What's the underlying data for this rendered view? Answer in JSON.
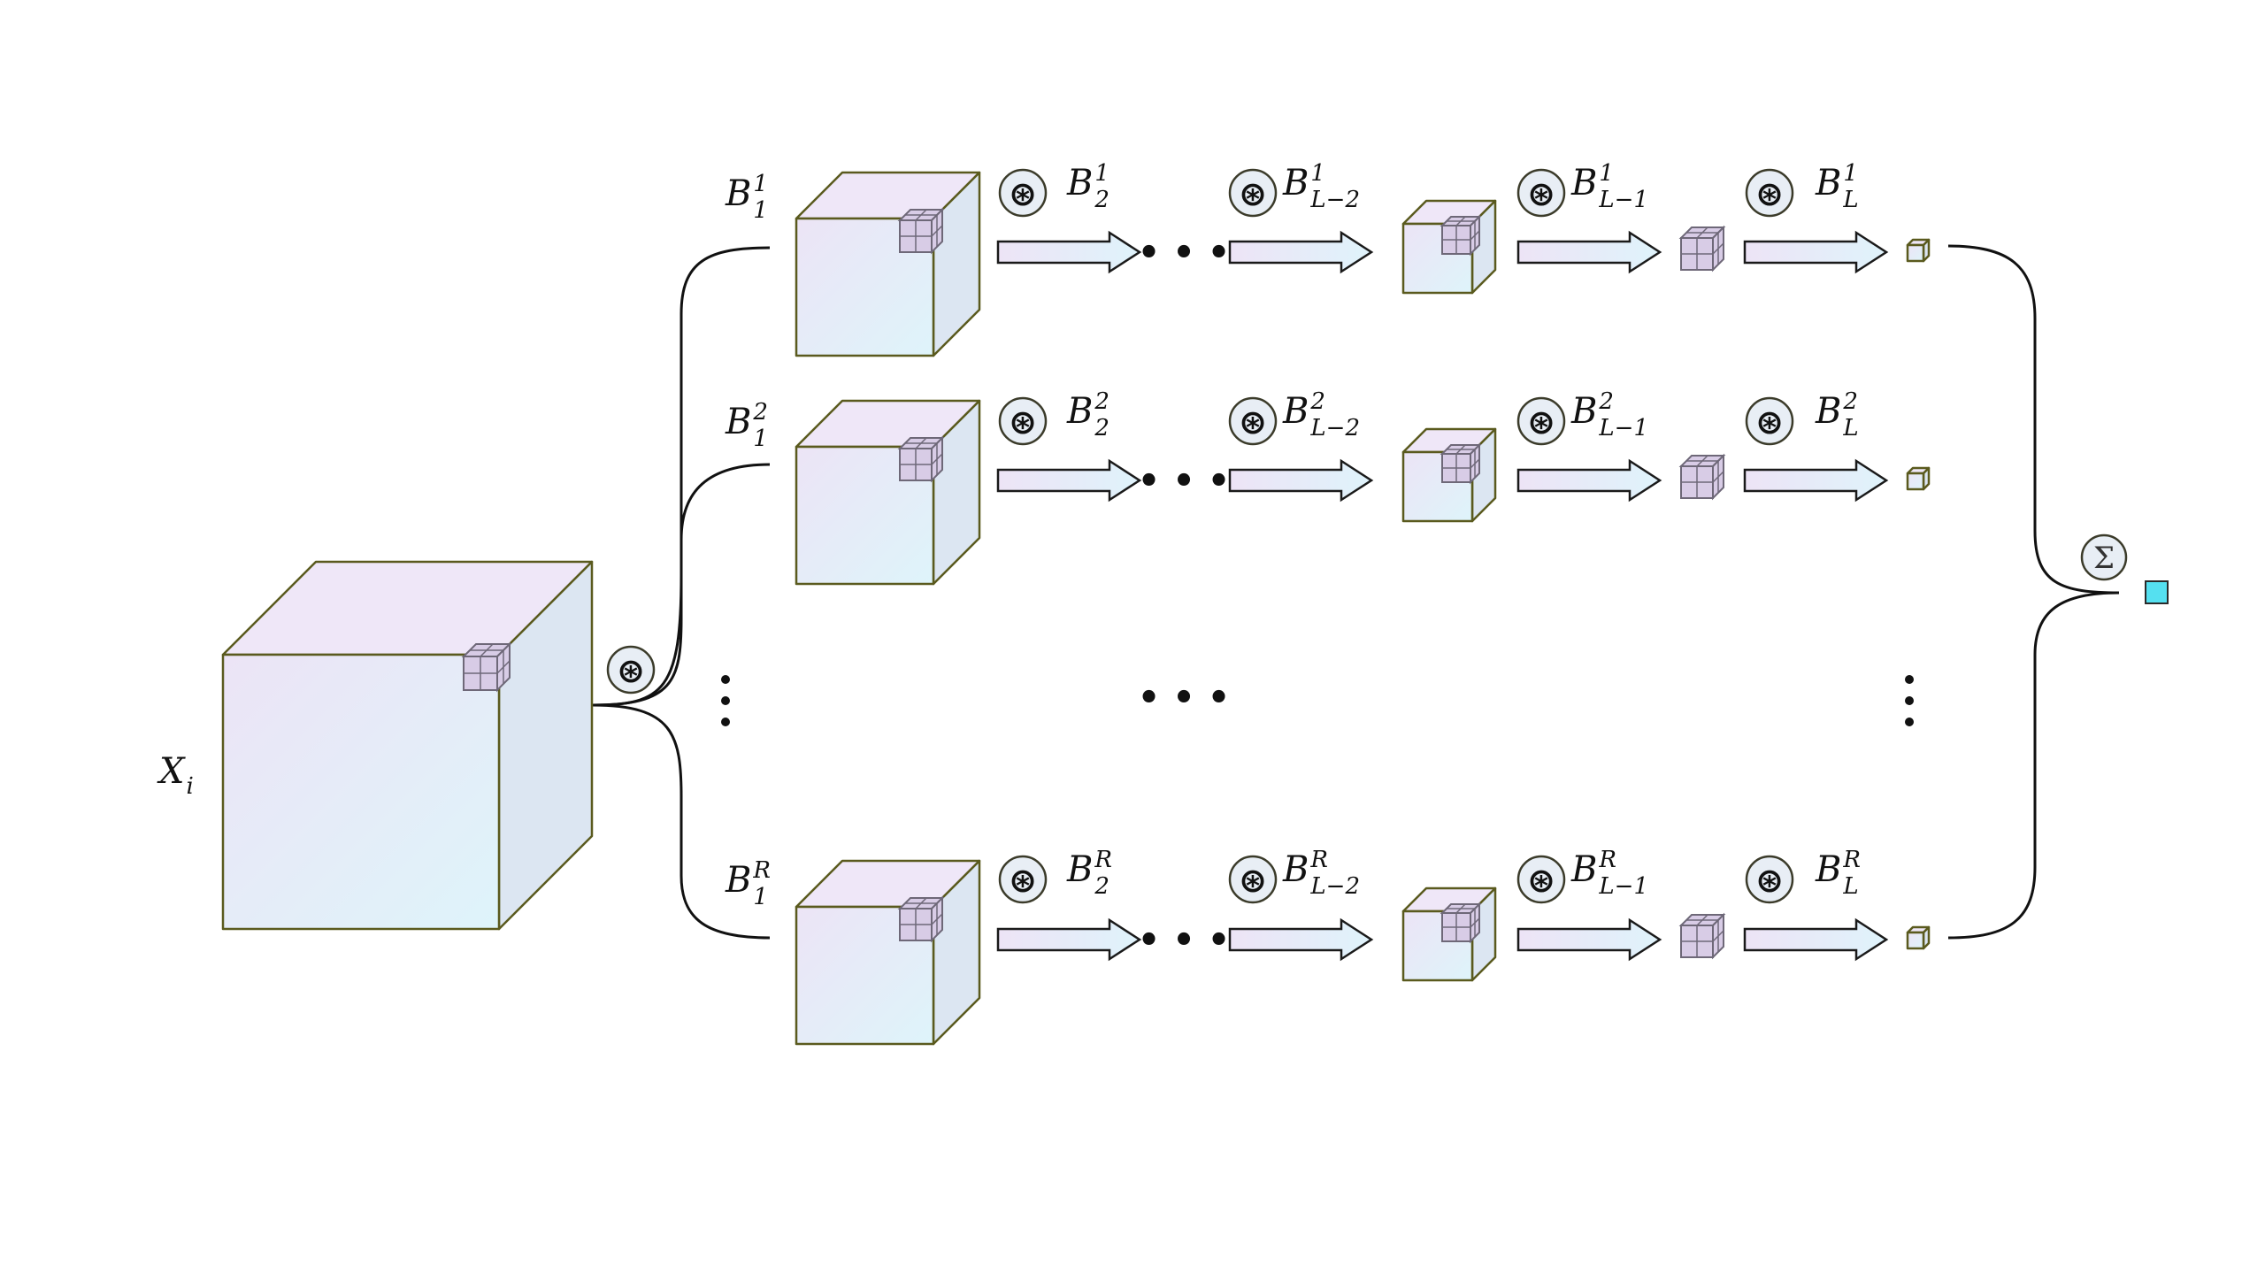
{
  "input": {
    "base": "X",
    "sub": "i"
  },
  "conv_symbol": "⊛",
  "sum_symbol": "Σ",
  "ellipsis": "• • •",
  "vdots": "⋮",
  "branches": [
    {
      "id": "r1",
      "labels": [
        {
          "base": "B",
          "sub": "1",
          "sup": "1"
        },
        {
          "base": "B",
          "sub": "2",
          "sup": "1"
        },
        {
          "base": "B",
          "sub": "L−2",
          "sup": "1"
        },
        {
          "base": "B",
          "sub": "L−1",
          "sup": "1"
        },
        {
          "base": "B",
          "sub": "L",
          "sup": "1"
        }
      ]
    },
    {
      "id": "r2",
      "labels": [
        {
          "base": "B",
          "sub": "1",
          "sup": "2"
        },
        {
          "base": "B",
          "sub": "2",
          "sup": "2"
        },
        {
          "base": "B",
          "sub": "L−2",
          "sup": "2"
        },
        {
          "base": "B",
          "sub": "L−1",
          "sup": "2"
        },
        {
          "base": "B",
          "sub": "L",
          "sup": "2"
        }
      ]
    },
    {
      "id": "rR",
      "labels": [
        {
          "base": "B",
          "sub": "1",
          "sup": "R"
        },
        {
          "base": "B",
          "sub": "2",
          "sup": "R"
        },
        {
          "base": "B",
          "sub": "L−2",
          "sup": "R"
        },
        {
          "base": "B",
          "sub": "L−1",
          "sup": "R"
        },
        {
          "base": "B",
          "sub": "L",
          "sup": "R"
        }
      ]
    }
  ],
  "colors": {
    "cube_edge": "#5a5a1e",
    "front_top": "#ece4f6",
    "front_bottom": "#def4fa",
    "side": "#dce6f2",
    "top_face": "#efe7f8",
    "kernel": "#d8cce6",
    "kernel_edge": "#6e6878",
    "arrow_start": "#ede4f6",
    "arrow_end": "#dff3fb",
    "output": "#55e0f0",
    "circle_fill": "#e8eef5"
  }
}
